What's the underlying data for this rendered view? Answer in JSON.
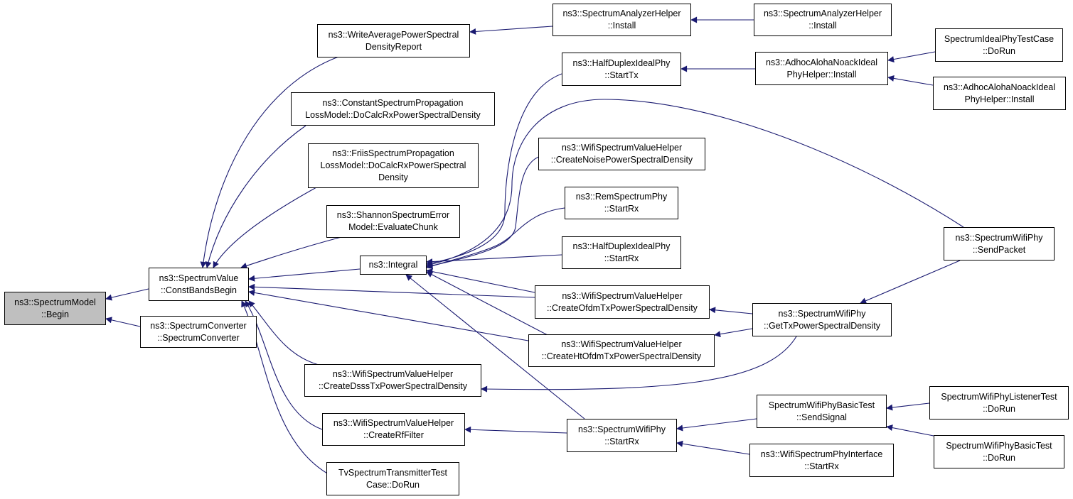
{
  "graph": {
    "edge_color": "#191970",
    "root_fill": "#bfbfbf",
    "nodes": {
      "root": [
        "ns3::SpectrumModel",
        "::Begin"
      ],
      "cbb": [
        "ns3::SpectrumValue",
        "::ConstBandsBegin"
      ],
      "sc": [
        "ns3::SpectrumConverter",
        "::SpectrumConverter"
      ],
      "wapsd": [
        "ns3::WriteAveragePowerSpectral",
        "DensityReport"
      ],
      "cspl": [
        "ns3::ConstantSpectrumPropagation",
        "LossModel::DoCalcRxPowerSpectralDensity"
      ],
      "friis": [
        "ns3::FriisSpectrumPropagation",
        "LossModel::DoCalcRxPowerSpectral",
        "Density"
      ],
      "shannon": [
        "ns3::ShannonSpectrumError",
        "Model::EvaluateChunk"
      ],
      "integral": [
        "ns3::Integral"
      ],
      "dsss": [
        "ns3::WifiSpectrumValueHelper",
        "::CreateDsssTxPowerSpectralDensity"
      ],
      "rff": [
        "ns3::WifiSpectrumValueHelper",
        "::CreateRfFilter"
      ],
      "tvtx": [
        "TvSpectrumTransmitterTest",
        "Case::DoRun"
      ],
      "sah": [
        "ns3::SpectrumAnalyzerHelper",
        "::Install"
      ],
      "sah2": [
        "ns3::SpectrumAnalyzerHelper",
        "::Install"
      ],
      "hdtx": [
        "ns3::HalfDuplexIdealPhy",
        "::StartTx"
      ],
      "noise": [
        "ns3::WifiSpectrumValueHelper",
        "::CreateNoisePowerSpectralDensity"
      ],
      "remrx": [
        "ns3::RemSpectrumPhy",
        "::StartRx"
      ],
      "hdrx": [
        "ns3::HalfDuplexIdealPhy",
        "::StartRx"
      ],
      "ofdm": [
        "ns3::WifiSpectrumValueHelper",
        "::CreateOfdmTxPowerSpectralDensity"
      ],
      "htofdm": [
        "ns3::WifiSpectrumValueHelper",
        "::CreateHtOfdmTxPowerSpectralDensity"
      ],
      "swprx": [
        "ns3::SpectrumWifiPhy",
        "::StartRx"
      ],
      "aloha": [
        "ns3::AdhocAlohaNoackIdeal",
        "PhyHelper::Install"
      ],
      "gettx": [
        "ns3::SpectrumWifiPhy",
        "::GetTxPowerSpectralDensity"
      ],
      "sendsig": [
        "SpectrumWifiPhyBasicTest",
        "::SendSignal"
      ],
      "wspi": [
        "ns3::WifiSpectrumPhyInterface",
        "::StartRx"
      ],
      "idealtc": [
        "SpectrumIdealPhyTestCase",
        "::DoRun"
      ],
      "aloha2": [
        "ns3::AdhocAlohaNoackIdeal",
        "PhyHelper::Install"
      ],
      "sendpkt": [
        "ns3::SpectrumWifiPhy",
        "::SendPacket"
      ],
      "listener": [
        "SpectrumWifiPhyListenerTest",
        "::DoRun"
      ],
      "basictest": [
        "SpectrumWifiPhyBasicTest",
        "::DoRun"
      ]
    }
  }
}
